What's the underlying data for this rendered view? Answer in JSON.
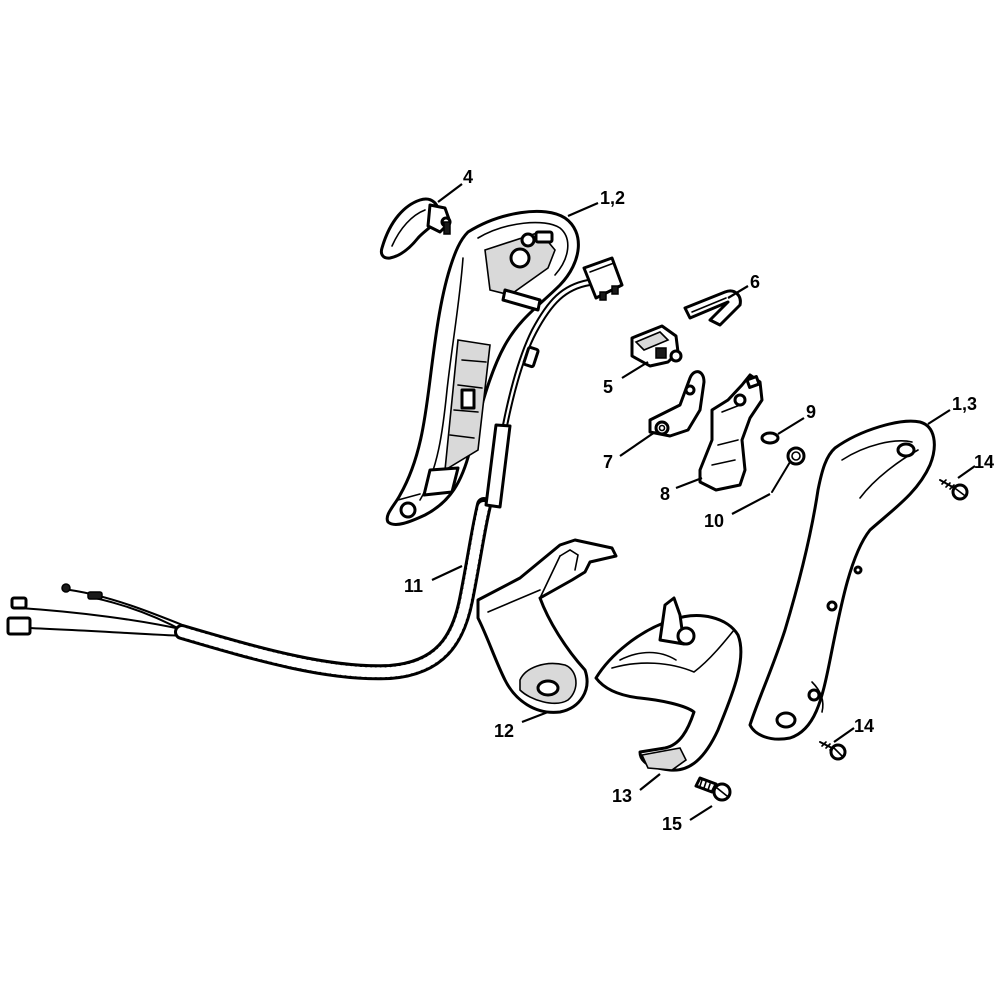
{
  "labels": [
    {
      "id": "4",
      "text": "4"
    },
    {
      "id": "1_2",
      "text": "1,2"
    },
    {
      "id": "6",
      "text": "6"
    },
    {
      "id": "5",
      "text": "5"
    },
    {
      "id": "7",
      "text": "7"
    },
    {
      "id": "9",
      "text": "9"
    },
    {
      "id": "1_3",
      "text": "1,3"
    },
    {
      "id": "14a",
      "text": "14"
    },
    {
      "id": "8",
      "text": "8"
    },
    {
      "id": "10",
      "text": "10"
    },
    {
      "id": "11",
      "text": "11"
    },
    {
      "id": "12",
      "text": "12"
    },
    {
      "id": "14b",
      "text": "14"
    },
    {
      "id": "13",
      "text": "13"
    },
    {
      "id": "15",
      "text": "15"
    }
  ],
  "colors": {
    "line": "#000000",
    "background": "#ffffff",
    "shade": "#d9d9d9"
  }
}
